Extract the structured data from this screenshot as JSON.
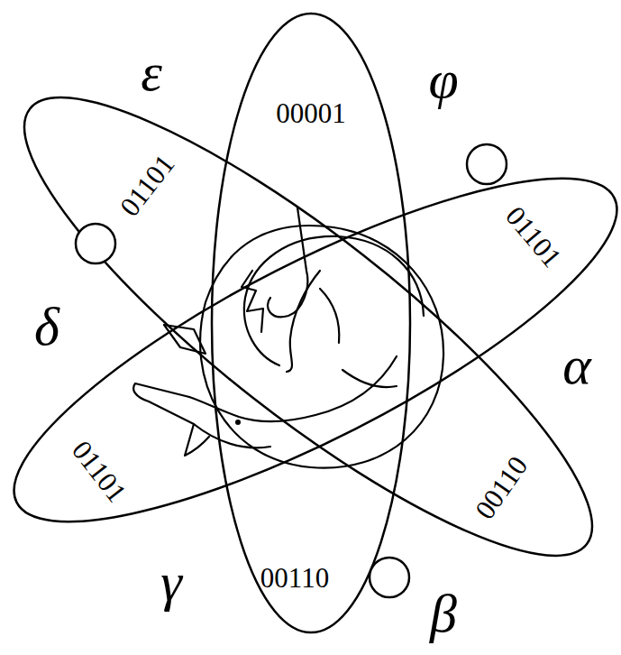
{
  "diagram": {
    "labels": [
      "ε",
      "00001",
      "φ",
      "01101",
      "01101",
      "δ",
      "α",
      "01101",
      "00110",
      "γ",
      "00110",
      "β"
    ]
  }
}
